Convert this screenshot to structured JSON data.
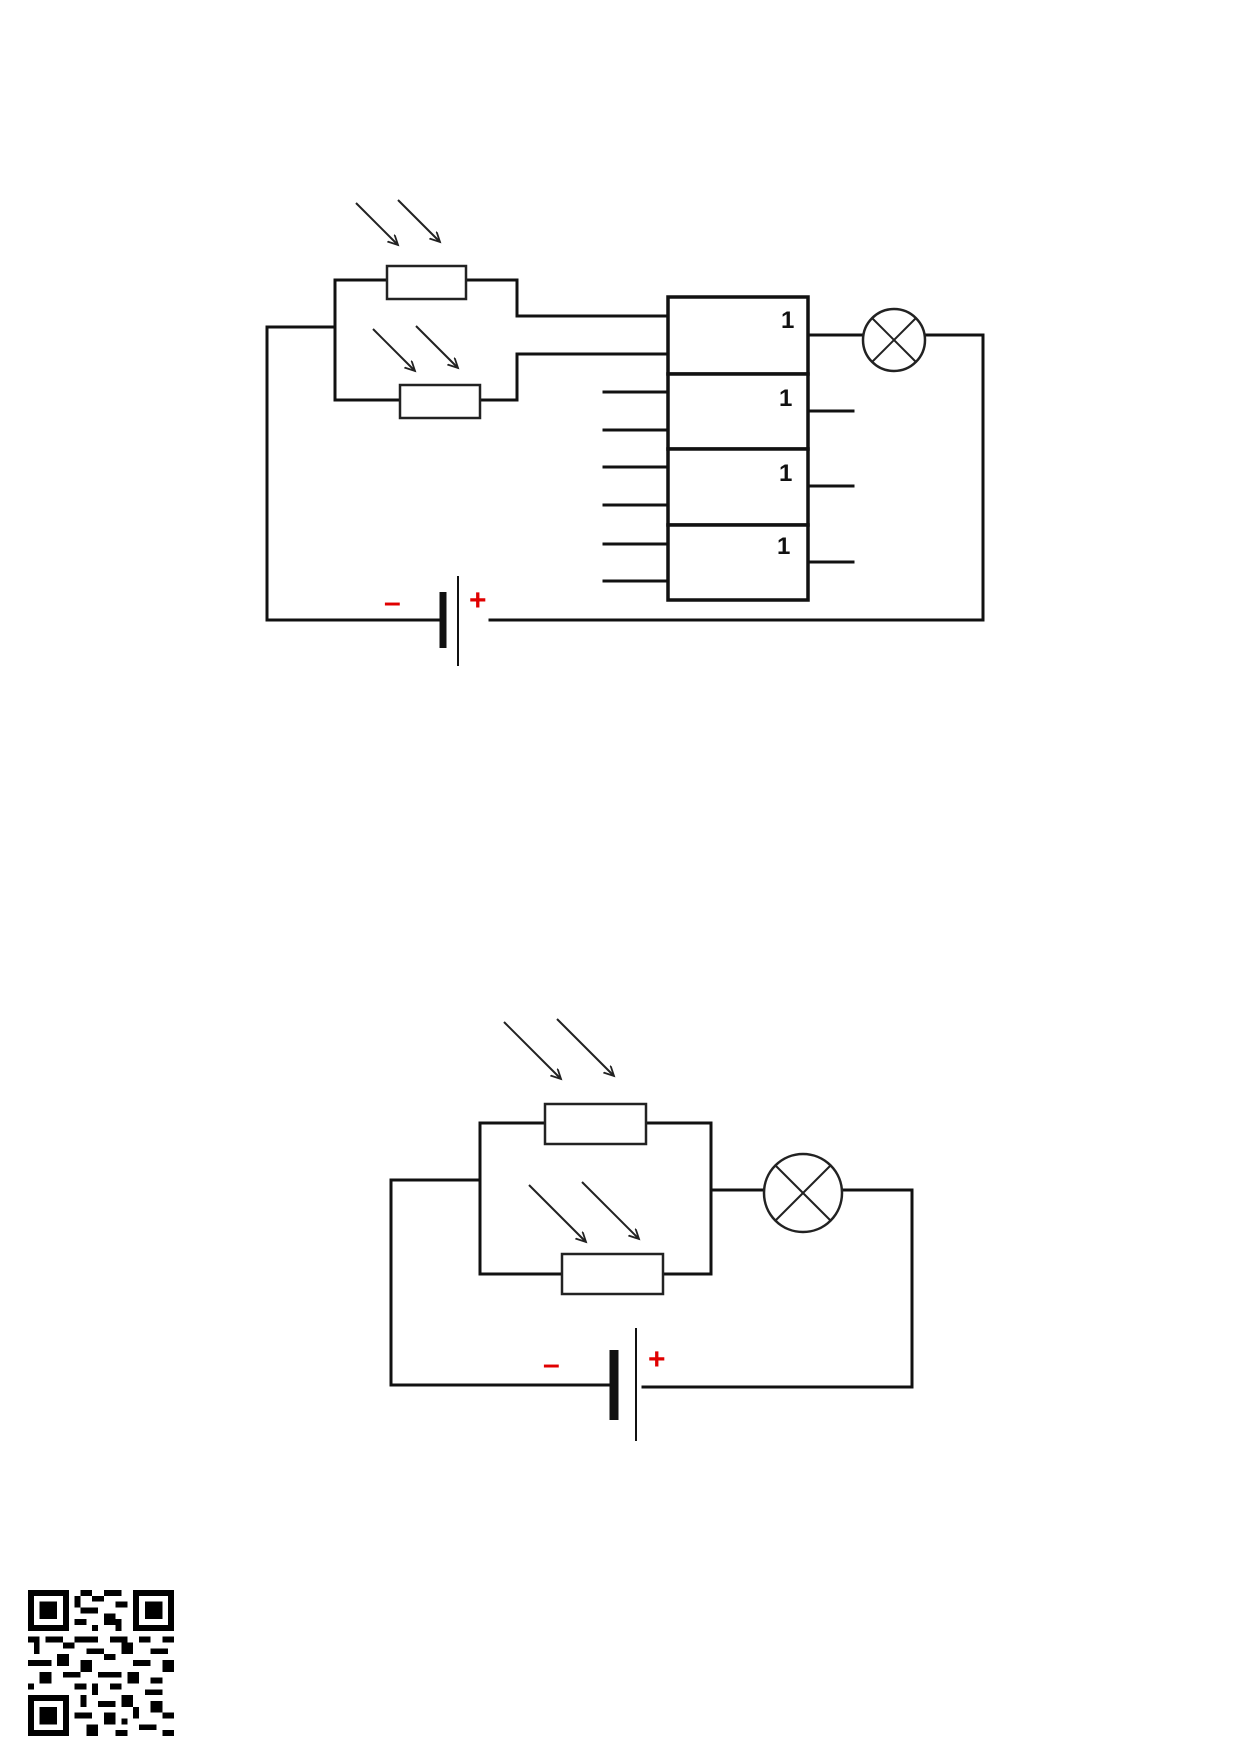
{
  "diagram_top": {
    "gates": [
      {
        "label": "1"
      },
      {
        "label": "1"
      },
      {
        "label": "1"
      },
      {
        "label": "1"
      }
    ],
    "battery": {
      "negative": "–",
      "positive": "+"
    }
  },
  "diagram_bottom": {
    "battery": {
      "negative": "–",
      "positive": "+"
    }
  },
  "colors": {
    "wire": "#111111",
    "polarity": "#e00000"
  },
  "icons": [
    "photoresistor-icon",
    "lamp-icon",
    "battery-icon",
    "qr-code-icon"
  ]
}
